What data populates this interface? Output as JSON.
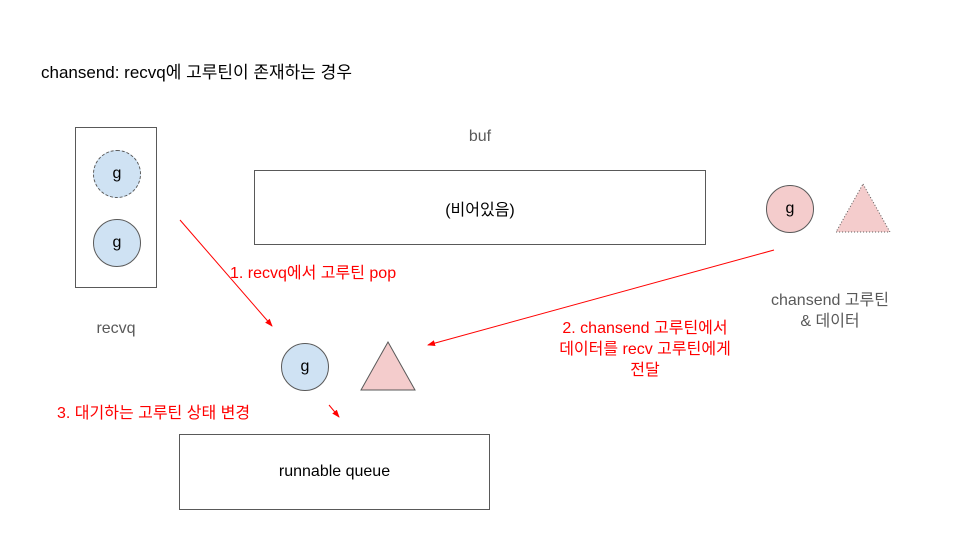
{
  "title": "chansend: recvq에 고루틴이 존재하는 경우",
  "recvq": {
    "label": "recvq",
    "goroutines": [
      {
        "label": "g",
        "style": "dashed"
      },
      {
        "label": "g",
        "style": "solid"
      }
    ]
  },
  "buf": {
    "label": "buf",
    "content": "(비어있음)"
  },
  "sender": {
    "goroutine_label": "g",
    "caption_line1": "chansend 고루틴",
    "caption_line2": "& 데이터"
  },
  "receiver": {
    "goroutine_label": "g"
  },
  "runnable_queue": {
    "label": "runnable queue"
  },
  "steps": {
    "step1": "1. recvq에서 고루틴 pop",
    "step2_line1": "2. chansend 고루틴에서",
    "step2_line2": "데이터를 recv 고루틴에게",
    "step2_line3": "전달",
    "step3": "3. 대기하는 고루틴 상태 변경"
  },
  "colors": {
    "goroutine_blue": "#cfe2f3",
    "data_pink": "#f4cccc",
    "arrow_red": "#ff0000",
    "border_gray": "#595959"
  }
}
